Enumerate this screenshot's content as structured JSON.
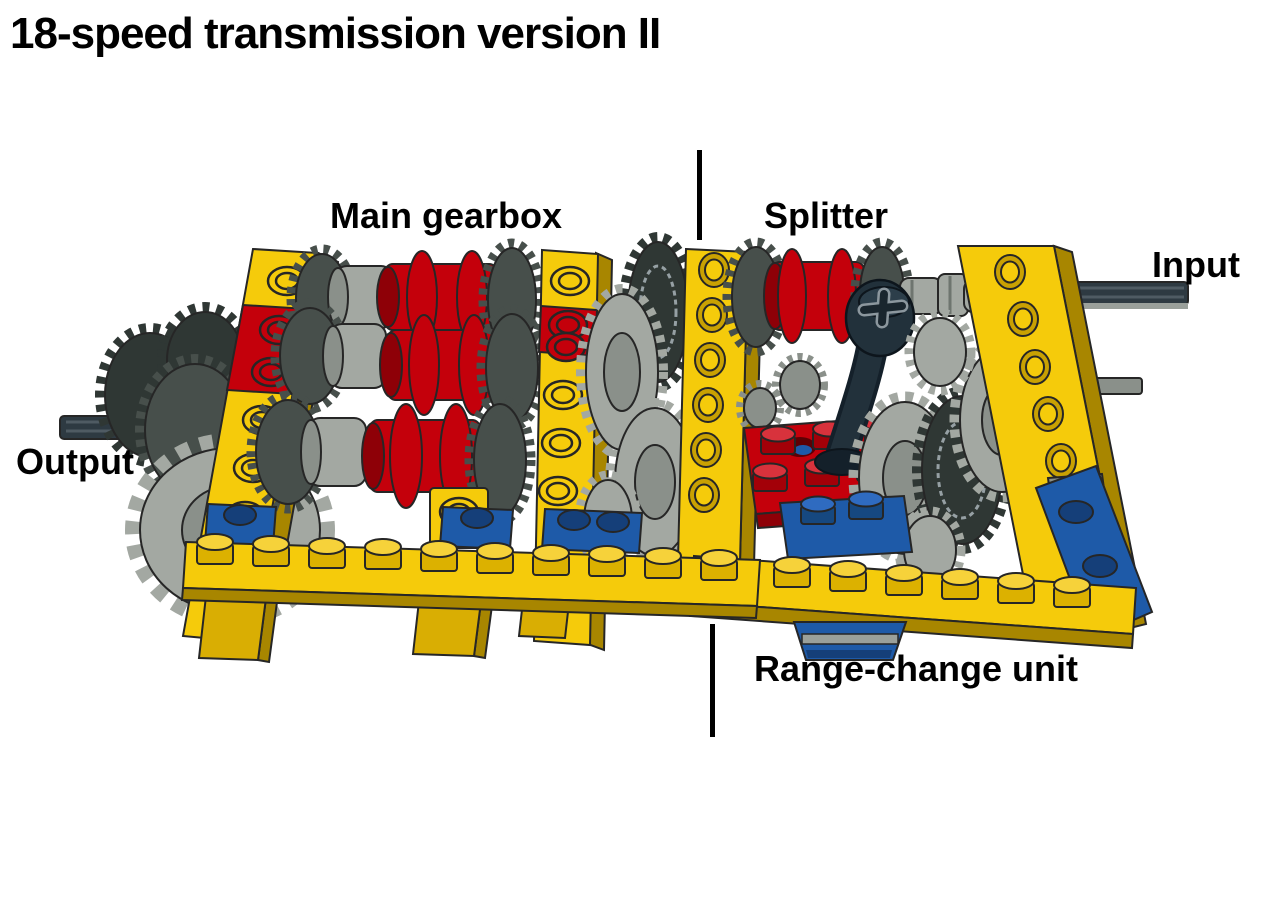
{
  "title": "18-speed transmission version II",
  "diagram": {
    "section_labels": {
      "main_gearbox": "Main gearbox",
      "splitter": "Splitter",
      "range_change_unit": "Range-change unit"
    },
    "io_labels": {
      "input": "Input",
      "output": "Output"
    },
    "colors": {
      "background": "#FFFFFF",
      "label_color": "#000000",
      "lego_yellow": "#F5CB0B",
      "lego_yellow_dark": "#A88600",
      "lego_yellow_leg": "#D9AE03",
      "lego_red": "#C4000B",
      "lego_red_dark": "#8E0007",
      "lego_blue": "#1E5AA8",
      "lego_blue_dark": "#153F79",
      "gear_light": "#A3A8A2",
      "gray_mid": "#8A908A",
      "gear_dark": "#474F4B",
      "gear_darker": "#2F3734",
      "axle_dark": "#2E3A42",
      "lever_dark": "#22313B"
    }
  }
}
